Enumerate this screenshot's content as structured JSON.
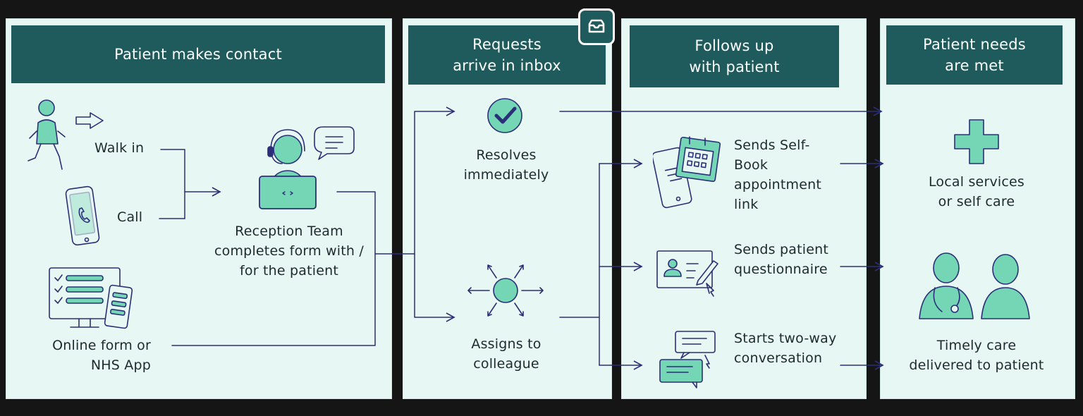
{
  "stages": [
    {
      "title": "Patient makes contact"
    },
    {
      "title": "Requests arrive in inbox"
    },
    {
      "title": "Follows up with patient"
    },
    {
      "title": "Patient needs are met"
    }
  ],
  "contact": {
    "walk_in": "Walk in",
    "call": "Call",
    "online": "Online form or NHS App",
    "reception": "Reception Team completes form with / for the patient"
  },
  "inbox": {
    "resolves": "Resolves immediately",
    "assigns": "Assigns to colleague"
  },
  "follow_up": {
    "self_book": "Sends Self-Book appointment link",
    "questionnaire": "Sends patient questionnaire",
    "conversation": "Starts two-way conversation"
  },
  "outcomes": {
    "local": "Local services or self care",
    "timely": "Timely care delivered to patient"
  },
  "colors": {
    "header": "#1f5b5c",
    "panel": "#e7f7f3",
    "accent_fill": "#74d6b4",
    "line": "#2b2f7a"
  }
}
